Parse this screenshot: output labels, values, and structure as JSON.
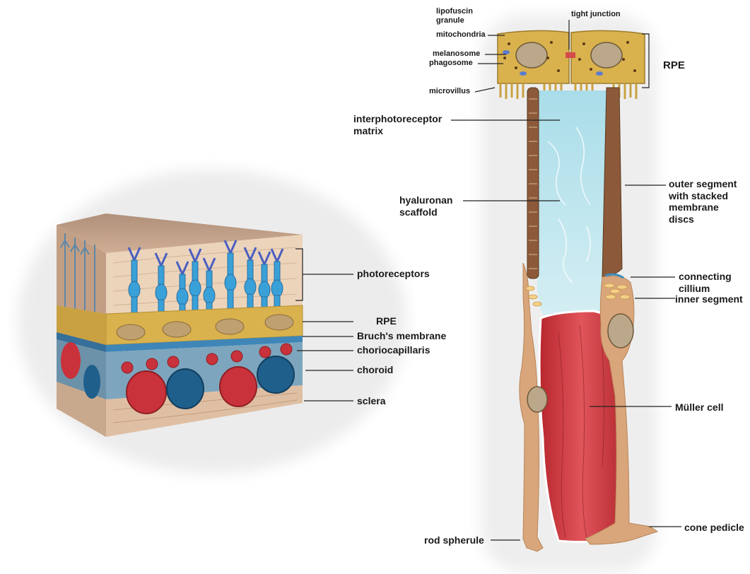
{
  "left_panel": {
    "labels": {
      "photoreceptors": "photoreceptors",
      "rpe": "RPE",
      "bruchs_membrane": "Bruch's membrane",
      "choriocapillaris": "choriocapillaris",
      "choroid": "choroid",
      "sclera": "sclera"
    }
  },
  "right_panel": {
    "labels": {
      "lipofuscin_granule": "lipofuscin\ngranule",
      "mitochondria": "mitochondria",
      "melanosome": "melanosome",
      "phagosome": "phagosome",
      "microvillus": "microvillus",
      "tight_junction": "tight junction",
      "rpe": "RPE",
      "interphotoreceptor_matrix": "interphotoreceptor\nmatrix",
      "hyaluronan_scaffold": "hyaluronan\nscaffold",
      "outer_segment": "outer segment\nwith stacked\nmembrane\ndiscs",
      "connecting_cillium": "connecting\ncillium",
      "inner_segment": "inner segment",
      "muller_cell": "Müller cell",
      "rod_spherule": "rod spherule",
      "cone_pedicle": "cone pedicle"
    }
  },
  "colors": {
    "tissue_tan": "#e8c8a4",
    "rpe_gold": "#d9b24e",
    "photoreceptor_blue": "#3aa0d8",
    "bruchs_blue": "#3f86b8",
    "vessel_red": "#c9323b",
    "vein_blue": "#1f5f8c",
    "matrix_cyan": "#bfe6ee",
    "muller_red": "#d13c42",
    "cell_tan": "#d9a57a"
  }
}
